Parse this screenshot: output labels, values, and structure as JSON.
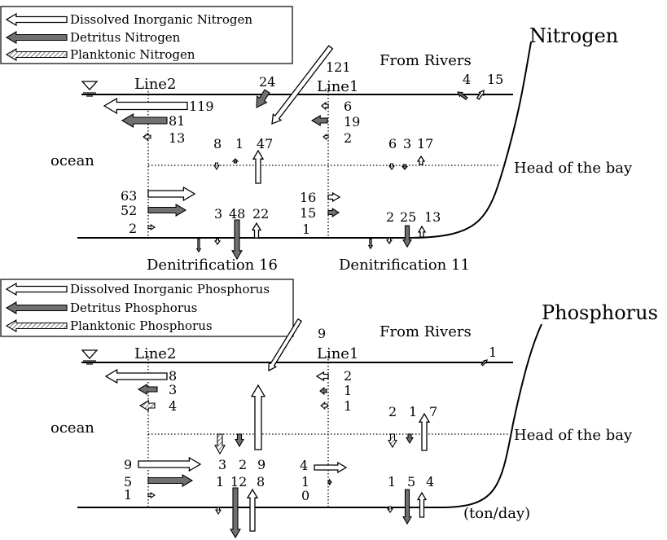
{
  "units": "(ton/day)",
  "nitrogen": {
    "title": "Nitrogen",
    "legend": {
      "dissolved": "Dissolved Inorganic Nitrogen",
      "detritus": "Detritus Nitrogen",
      "planktonic": "Planktonic Nitrogen"
    },
    "labels": {
      "line2": "Line2",
      "line1": "Line1",
      "ocean": "ocean",
      "head": "Head of the bay",
      "rivers": "From Rivers",
      "denit2": "Denitrification 16",
      "denit1": "Denitrification 11"
    },
    "values": {
      "atm": "121",
      "detr_in": "24",
      "l2_din": "119",
      "l2_det": "81",
      "l2_pla": "13",
      "l1_din": "6",
      "l1_det": "19",
      "l1_pla": "2",
      "l2_mid_a": "8",
      "l2_mid_b": "1",
      "l2_mid_c": "47",
      "l1_mid_a": "6",
      "l1_mid_b": "3",
      "l1_mid_c": "17",
      "l2_low_din": "63",
      "l2_low_det": "52",
      "l2_low_pla": "2",
      "l2_bot_a": "3",
      "l2_bot_b": "48",
      "l2_bot_c": "22",
      "l1_low_din": "16",
      "l1_low_det": "15",
      "l1_low_pla": "1",
      "l1_bot_a": "2",
      "l1_bot_b": "25",
      "l1_bot_c": "13",
      "river_a": "4",
      "river_b": "15"
    }
  },
  "phosphorus": {
    "title": "Phosphorus",
    "legend": {
      "dissolved": "Dissolved Inorganic Phosphorus",
      "detritus": "Detritus Phosphorus",
      "planktonic": "Planktonic Phosphorus"
    },
    "labels": {
      "line2": "Line2",
      "line1": "Line1",
      "ocean": "ocean",
      "head": "Head of the bay",
      "rivers": "From Rivers"
    },
    "values": {
      "atm": "9",
      "l2_din": "8",
      "l2_det": "3",
      "l2_pla": "4",
      "l1_din": "2",
      "l1_det": "1",
      "l1_pla": "1",
      "l1_mid_a": "2",
      "l1_mid_b": "1",
      "l1_mid_c": "7",
      "l2_low_din": "9",
      "l2_low_det": "5",
      "l2_low_pla": "1",
      "l2_bot_a": "3",
      "l2_bot_b": "2",
      "l2_bot_c": "9",
      "l2_sed_a": "1",
      "l2_sed_b": "12",
      "l2_sed_c": "8",
      "l1_low_din": "4",
      "l1_low_det": "1",
      "l1_low_pla": "0",
      "l1_bot_a": "1",
      "l1_bot_b": "5",
      "l1_bot_c": "4",
      "river_a": "1"
    }
  }
}
